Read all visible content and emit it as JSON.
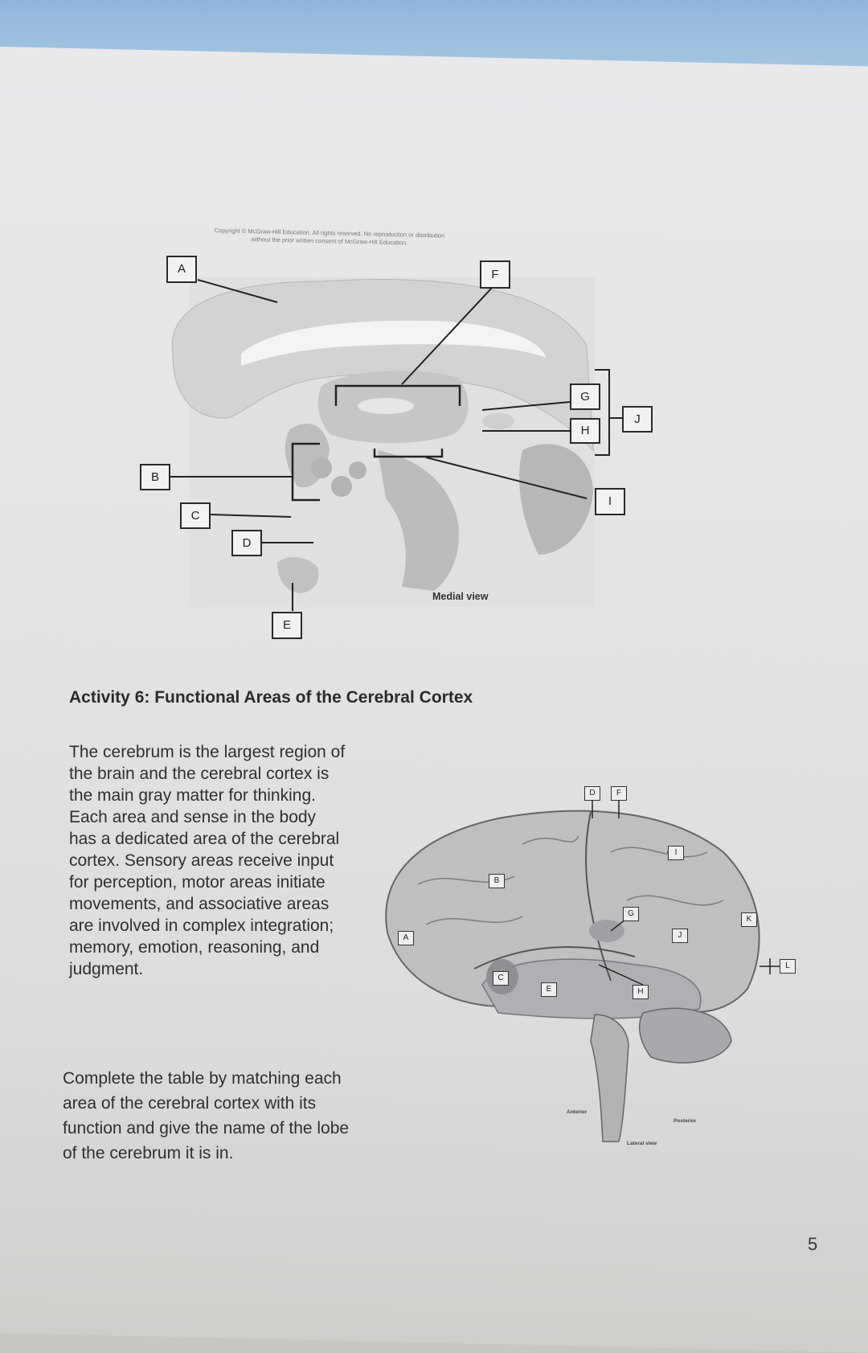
{
  "copyright": {
    "line1": "Copyright © McGraw-Hill Education. All rights reserved. No reproduction or distribution",
    "line2": "without the prior written consent of McGraw-Hill Education."
  },
  "medial_diagram": {
    "labels": [
      "A",
      "B",
      "C",
      "D",
      "E",
      "F",
      "G",
      "H",
      "I",
      "J"
    ],
    "view_label": "Medial view"
  },
  "activity": {
    "heading": "Activity 6: Functional Areas of the Cerebral Cortex",
    "paragraph1": "The cerebrum is the largest region of the brain and the cerebral cortex is the main gray matter for thinking. Each area and sense in the body has a dedicated area of the cerebral cortex. Sensory areas receive input for perception, motor areas initiate movements, and associative areas are involved in complex integration; memory, emotion, reasoning, and judgment.",
    "paragraph2": "Complete the table by matching each area of the cerebral cortex with its function and give the name of the lobe of the cerebrum it is in."
  },
  "lateral_diagram": {
    "labels": [
      "A",
      "B",
      "C",
      "D",
      "E",
      "F",
      "G",
      "H",
      "I",
      "J",
      "K",
      "L"
    ],
    "anterior": "Anterior",
    "posterior": "Posterior",
    "view_label": "Lateral view"
  },
  "page_number": "5"
}
